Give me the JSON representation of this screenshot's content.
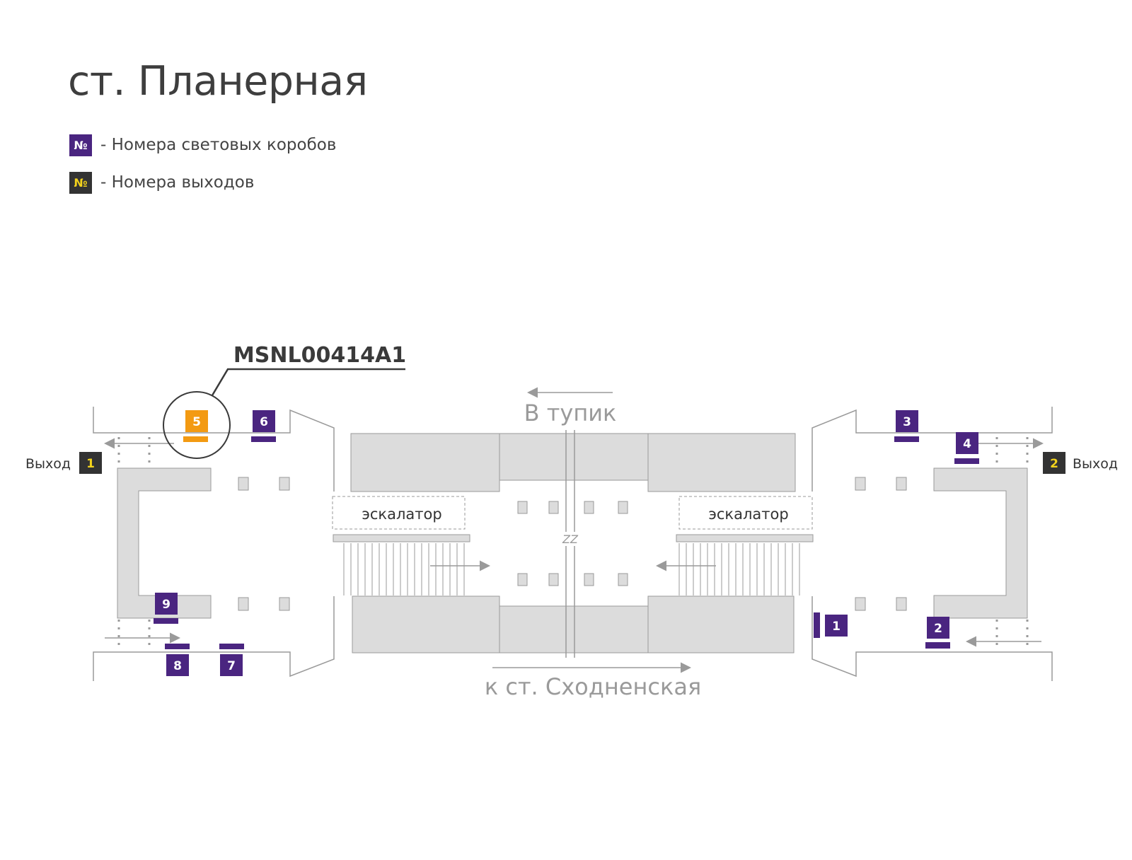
{
  "title": "ст. Планерная",
  "colors": {
    "lightbox": "#4a2580",
    "exit": "#333333",
    "exit_number": "#f2d21c",
    "highlight": "#f39a12",
    "block": "#dcdcdc",
    "outline": "#9a9a9a"
  },
  "legend": [
    {
      "symbol": "№",
      "text": "- Номера световых коробов",
      "kind": "lightbox"
    },
    {
      "symbol": "№",
      "text": "- Номера выходов",
      "kind": "exit"
    }
  ],
  "map": {
    "callout_code": "MSNL00414A1",
    "direction_top": "В тупик",
    "direction_bottom": "к ст. Сходненская",
    "escalator_left": "эскалатор",
    "escalator_right": "эскалатор",
    "gap_mark": "ZZ",
    "exits": [
      {
        "number": "1",
        "label": "Выход"
      },
      {
        "number": "2",
        "label": "Выход"
      }
    ],
    "lightboxes": [
      {
        "number": "1",
        "highlighted": false
      },
      {
        "number": "2",
        "highlighted": false
      },
      {
        "number": "3",
        "highlighted": false
      },
      {
        "number": "4",
        "highlighted": false
      },
      {
        "number": "5",
        "highlighted": true
      },
      {
        "number": "6",
        "highlighted": false
      },
      {
        "number": "7",
        "highlighted": false
      },
      {
        "number": "8",
        "highlighted": false
      },
      {
        "number": "9",
        "highlighted": false
      }
    ]
  }
}
